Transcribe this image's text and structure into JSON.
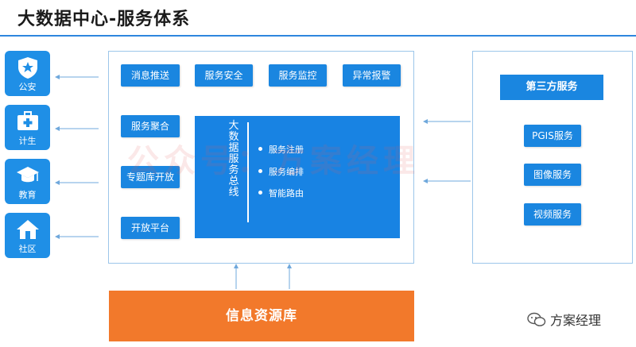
{
  "header": {
    "title": "大数据中心-服务体系"
  },
  "side_cards": [
    {
      "label": "公安",
      "icon": "police-badge-icon"
    },
    {
      "label": "计生",
      "icon": "medical-kit-icon"
    },
    {
      "label": "教育",
      "icon": "graduation-cap-icon"
    },
    {
      "label": "社区",
      "icon": "house-icon"
    }
  ],
  "top_services": [
    "消息推送",
    "服务安全",
    "服务监控",
    "异常报警"
  ],
  "left_services": [
    "服务聚合",
    "专题库开放",
    "开放平台"
  ],
  "bus": {
    "title": "大数据服务总线",
    "items": [
      "服务注册",
      "服务编排",
      "智能路由"
    ]
  },
  "third_party": {
    "title": "第三方服务",
    "items": [
      "PGIS服务",
      "图像服务",
      "视频服务"
    ]
  },
  "resource": {
    "label": "信息资源库"
  },
  "watermark": {
    "text": "公众号：方案经理"
  },
  "wechat": {
    "label": "方案经理"
  },
  "colors": {
    "primary": "#1a86e0",
    "orange": "#f2792b",
    "frame": "#9cc6ea"
  }
}
